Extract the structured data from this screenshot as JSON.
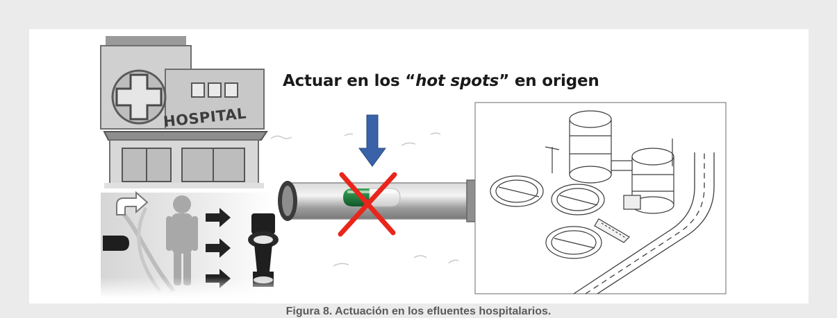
{
  "headline": {
    "prefix": "Actuar en los “",
    "emphasis": "hot spots",
    "suffix": "” en origen"
  },
  "hospital_sign": "HOSPITAL",
  "caption": "Figura 8. Actuación en los efluentes hospitalarios.",
  "colors": {
    "arrow_blue": "#3a62a8",
    "cross_red": "#e8261c",
    "capsule_green": "#1f7a36",
    "pipe_gray": "#a9a9a9"
  },
  "icons": [
    "hospital-building-icon",
    "person-icon",
    "toilet-icon",
    "pipe-icon",
    "capsule-icon",
    "cross-icon",
    "down-arrow-icon",
    "wastewater-plant-icon"
  ]
}
